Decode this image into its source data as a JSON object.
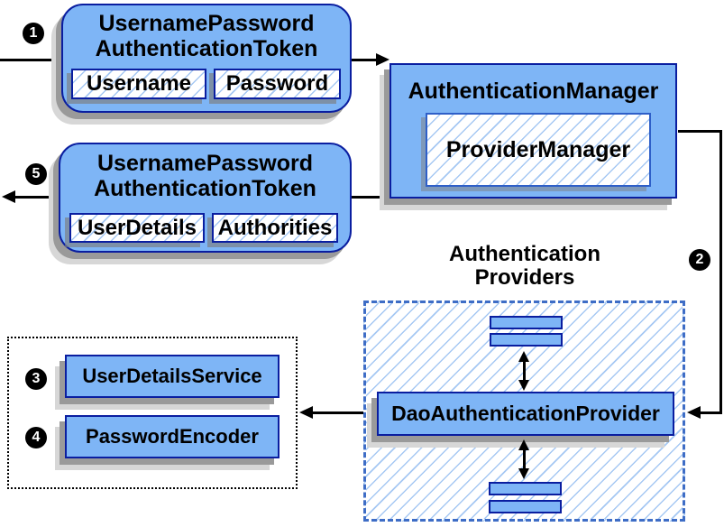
{
  "diagram": {
    "badges": {
      "step1": "1",
      "step2": "2",
      "step3": "3",
      "step4": "4",
      "step5": "5"
    },
    "token_request": {
      "title_line1": "UsernamePassword",
      "title_line2": "AuthenticationToken",
      "fields": [
        "Username",
        "Password"
      ]
    },
    "auth_manager": {
      "title": "AuthenticationManager",
      "inner_label": "ProviderManager"
    },
    "token_response": {
      "title_line1": "UsernamePassword",
      "title_line2": "AuthenticationToken",
      "fields": [
        "UserDetails",
        "Authorities"
      ]
    },
    "providers_group": {
      "label_line1": "Authentication",
      "label_line2": "Providers",
      "provider_label": "DaoAuthenticationProvider"
    },
    "services": {
      "user_details_service": "UserDetailsService",
      "password_encoder": "PasswordEncoder"
    },
    "colors": {
      "node_fill": "#7eb5f6",
      "node_border": "#0a1ea0",
      "hatch_line": "#a6c8f3",
      "dashed_border": "#3e6dc6",
      "inner_border": "#2e5fc8",
      "shadow": "#9a9a9a",
      "connector": "#000000"
    }
  }
}
